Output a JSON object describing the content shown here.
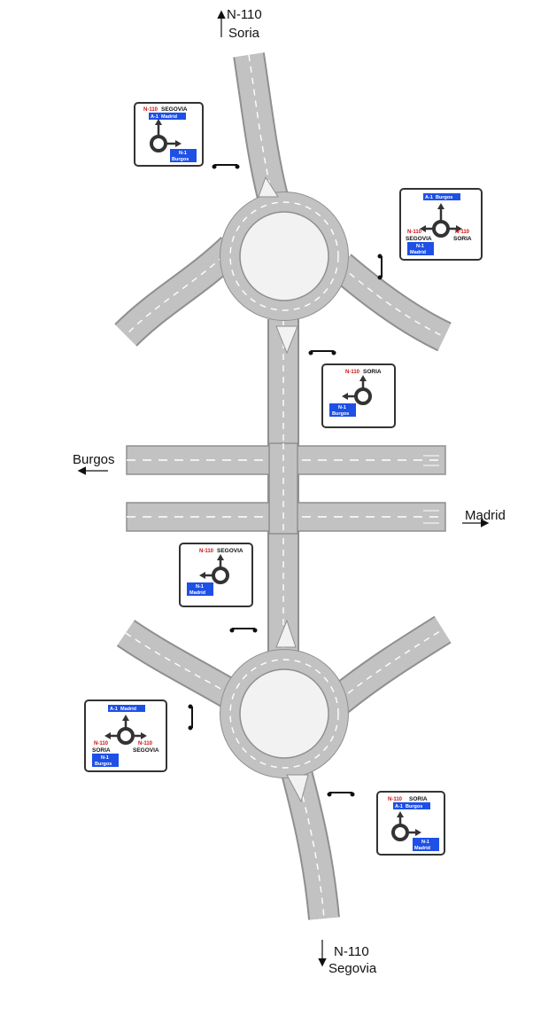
{
  "labels": {
    "north_road": "N-110",
    "north_city": "Soria",
    "south_road": "N-110",
    "south_city": "Segovia",
    "west_city": "Burgos",
    "east_city": "Madrid"
  },
  "colors": {
    "road": "#c2c2c2",
    "road_edge": "#8f8f8f",
    "lane_mark": "#ffffff",
    "island": "#f2f2f2",
    "sign_border": "#333333",
    "sign_red": "#cc1111",
    "sign_blue": "#1e50e6"
  },
  "signs": [
    {
      "id": "sign-1",
      "items": [
        {
          "kind": "red",
          "code": "N-110",
          "text": "SEGOVIA"
        },
        {
          "kind": "blue",
          "code": "A-1",
          "text": "Madrid"
        },
        {
          "kind": "blue",
          "code": "N-1",
          "text": "Burgos"
        }
      ]
    },
    {
      "id": "sign-2",
      "items": [
        {
          "kind": "blue",
          "code": "A-1",
          "text": "Burgos"
        },
        {
          "kind": "red",
          "code": "N-110",
          "text": "SEGOVIA"
        },
        {
          "kind": "red",
          "code": "N-110",
          "text": "SORIA"
        },
        {
          "kind": "blue",
          "code": "N-1",
          "text": "Madrid"
        }
      ]
    },
    {
      "id": "sign-3",
      "items": [
        {
          "kind": "red",
          "code": "N-110",
          "text": "SORIA"
        },
        {
          "kind": "blue",
          "code": "N-1",
          "text": "Burgos"
        }
      ]
    },
    {
      "id": "sign-4",
      "items": [
        {
          "kind": "red",
          "code": "N-110",
          "text": "SEGOVIA"
        },
        {
          "kind": "blue",
          "code": "N-1",
          "text": "Madrid"
        }
      ]
    },
    {
      "id": "sign-5",
      "items": [
        {
          "kind": "blue",
          "code": "A-1",
          "text": "Madrid"
        },
        {
          "kind": "red",
          "code": "N-110",
          "text": "SORIA"
        },
        {
          "kind": "red",
          "code": "N-110",
          "text": "SEGOVIA"
        },
        {
          "kind": "blue",
          "code": "N-1",
          "text": "Burgos"
        }
      ]
    },
    {
      "id": "sign-6",
      "items": [
        {
          "kind": "red",
          "code": "N-110",
          "text": "SORIA"
        },
        {
          "kind": "blue",
          "code": "A-1",
          "text": "Burgos"
        },
        {
          "kind": "blue",
          "code": "N-1",
          "text": "Madrid"
        }
      ]
    }
  ]
}
